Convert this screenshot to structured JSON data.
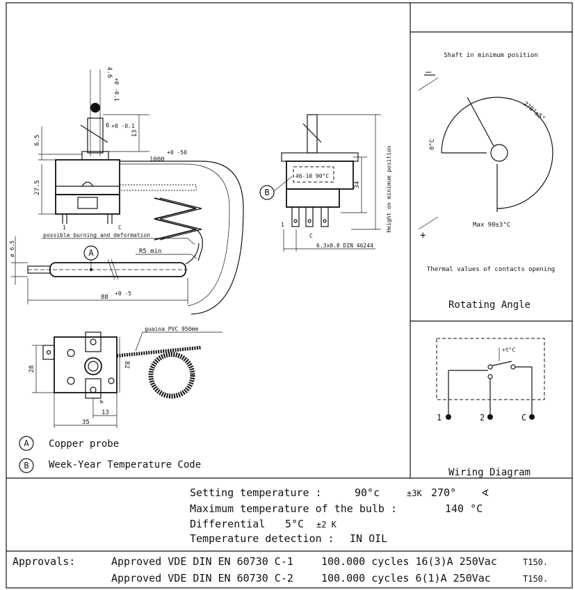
{
  "dims": {
    "d46": "4.6",
    "d46_tol": "+0 -0.1",
    "d65": "6.5",
    "d6": "6",
    "d6_tol": "+0 -0.1",
    "d13": "13",
    "d1000": "1000",
    "d1000_tol": "+0 -50",
    "d275": "27.5",
    "d34": "34",
    "height_note": "Height on minimum position",
    "terminal_note": "6.3x0.8  DIN 46244",
    "burning_note": "possible burning and deformation",
    "r5": "R5 min",
    "d_bulb": "ø 6.5",
    "d88": "88",
    "d88_tol": "+0 -5",
    "sheath": "guaina PVC 950mm",
    "d28": "28",
    "d82": "82",
    "d35": "35",
    "d13b": "13",
    "d4": "4",
    "code_box": "46-10   90°C",
    "pin_1": "1",
    "pin_c": "C"
  },
  "markers": {
    "a": "A",
    "b": "B"
  },
  "legend": {
    "a_text": "Copper probe",
    "b_text": "Week-Year Temperature Code"
  },
  "rotation": {
    "shaft_label": "Shaft in minimum position",
    "angle_label": "270°±5°",
    "zero_label": "0°C",
    "max_label": "Max 90±3°C",
    "thermal_note": "Thermal values of contacts opening",
    "title": "Rotating Angle",
    "minus": "—",
    "plus": "+"
  },
  "wiring": {
    "temp_label": "+t°C",
    "t1": "1",
    "t2": "2",
    "tc": "C",
    "title": "Wiring Diagram"
  },
  "specs": {
    "setting_label": "Setting temperature :",
    "setting_value": "90°c",
    "setting_tol": "±3K",
    "setting_angle": "270°",
    "bulb_label": "Maximum temperature of the bulb :",
    "bulb_value": "140 °C",
    "diff_label": "Differential",
    "diff_value": "5°C",
    "diff_tol": "±2 K",
    "detection_label": "Temperature detection :",
    "detection_value": "IN OIL"
  },
  "approvals": {
    "label": "Approvals:",
    "rows": [
      {
        "text": "Approved VDE DIN EN 60730 C-1",
        "cycles": "100.000 cycles 16(3)A 250Vac",
        "class": "T150."
      },
      {
        "text": "Approved VDE DIN EN 60730 C-2",
        "cycles": "100.000 cycles 6(1)A 250Vac",
        "class": "T150."
      }
    ]
  }
}
